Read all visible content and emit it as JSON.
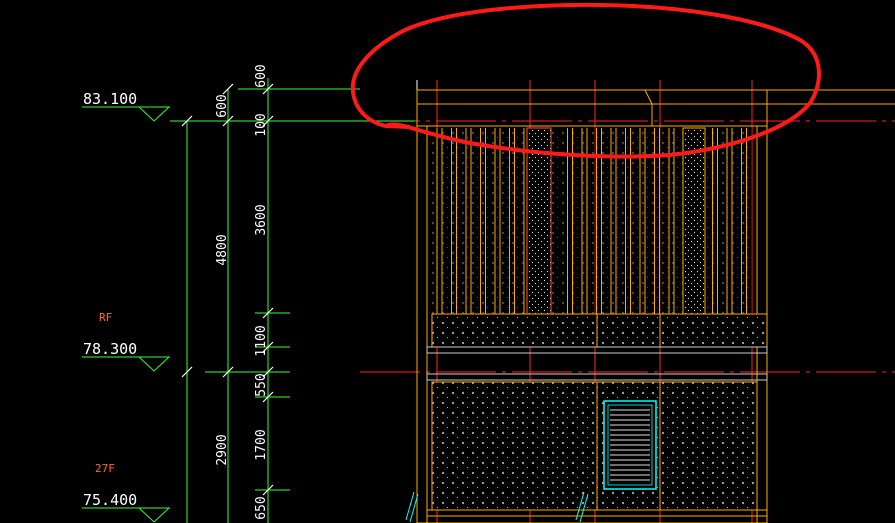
{
  "elevation_marks": [
    {
      "value": "83.100",
      "floor": ""
    },
    {
      "value": "78.300",
      "floor": "RF"
    },
    {
      "value": "75.400",
      "floor": "27F"
    }
  ],
  "dimensions_outer": [
    "4800",
    "2900"
  ],
  "dimensions_middle": [
    "600"
  ],
  "dimensions_inner": [
    "600",
    "100",
    "3600",
    "1100",
    "550",
    "1700",
    "650"
  ],
  "colors": {
    "background": "#000000",
    "dimension_line": "#33ff33",
    "text": "#ffffff",
    "floor_label": "#ff6633",
    "markup_cloud": "#ff1a1a",
    "axis_line": "#ff2222",
    "outline": "#ffaa00",
    "hatch": "#ffffff",
    "window": "#00ffff"
  }
}
